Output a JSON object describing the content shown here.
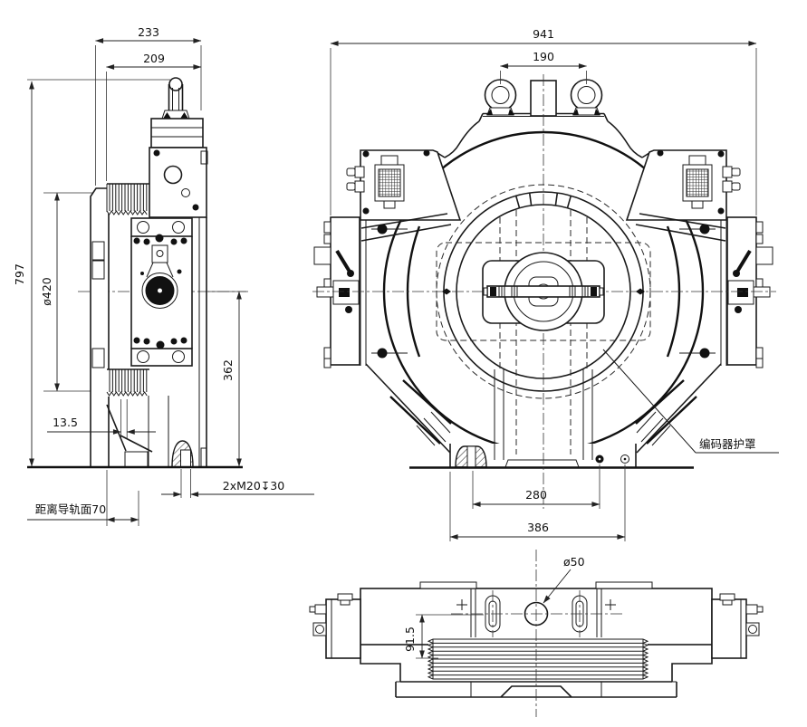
{
  "drawing": {
    "colors": {
      "line": "#1a1a1a",
      "background": "#ffffff"
    },
    "side_view": {
      "dim_depth_outer": "233",
      "dim_depth_inner": "209",
      "dim_height": "797",
      "dim_sheave_dia": "ø420",
      "dim_center_height": "362",
      "dim_offset": "13.5",
      "dim_tapped_holes": "2xM20↧30",
      "rail_distance_label": "距离导轨面70"
    },
    "front_view": {
      "dim_width": "941",
      "dim_eye_spacing": "190",
      "dim_anchor_span": "280",
      "dim_base_span": "386",
      "encoder_cover_label": "编码器护罩"
    },
    "top_view": {
      "dim_rope_hole": "ø50",
      "dim_offset": "91.5"
    }
  }
}
